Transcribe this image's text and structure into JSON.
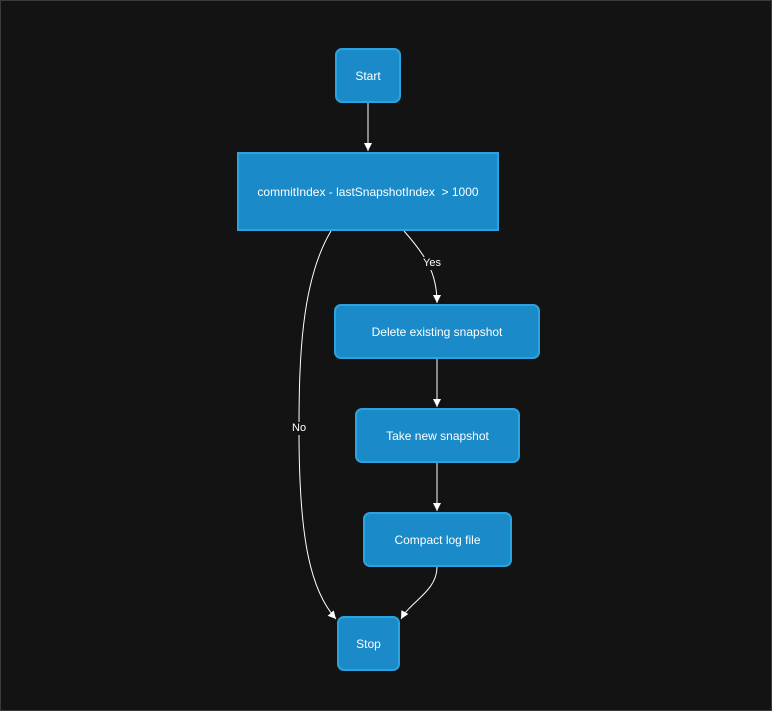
{
  "flowchart": {
    "nodes": {
      "start": "Start",
      "condition": "commitIndex - lastSnapshotIndex  > 1000",
      "delete": "Delete existing snapshot",
      "take": "Take new snapshot",
      "compact": "Compact log file",
      "stop": "Stop"
    },
    "edge_labels": {
      "yes": "Yes",
      "no": "No"
    },
    "colors": {
      "background": "#131313",
      "node_fill": "#1a8ac8",
      "node_border": "#2aa3e0",
      "edge": "#ffffff"
    }
  }
}
